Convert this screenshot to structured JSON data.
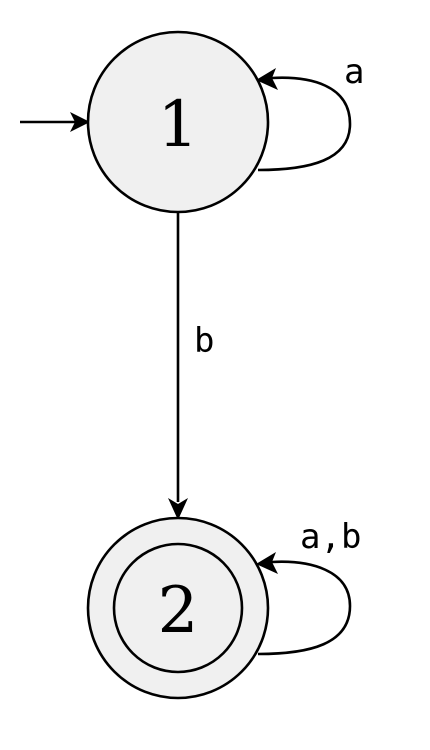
{
  "diagram": {
    "states": [
      {
        "id": "1",
        "label": "1",
        "initial": true,
        "accepting": false
      },
      {
        "id": "2",
        "label": "2",
        "initial": false,
        "accepting": true
      }
    ],
    "transitions": [
      {
        "from": "1",
        "to": "1",
        "label": "a"
      },
      {
        "from": "1",
        "to": "2",
        "label": "b"
      },
      {
        "from": "2",
        "to": "2",
        "label": "a,b"
      }
    ],
    "colors": {
      "state_fill": "#f0f0f0",
      "stroke": "#000000",
      "background": "#ffffff"
    }
  }
}
